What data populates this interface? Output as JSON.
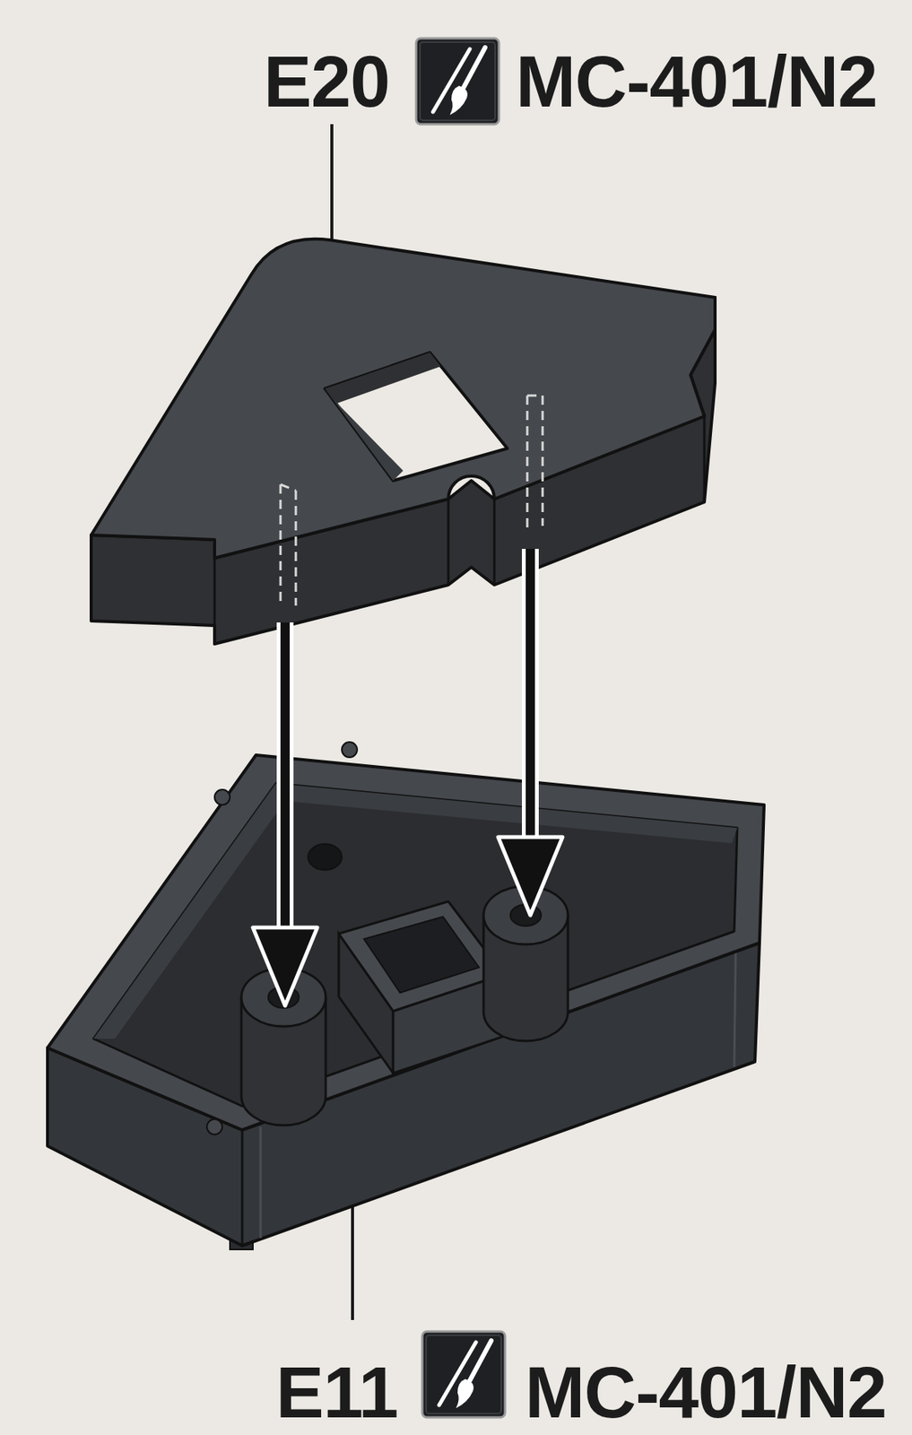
{
  "diagram": {
    "labels": [
      "E20",
      "MC-401/N2",
      "E11",
      "MC-401/N2"
    ]
  }
}
